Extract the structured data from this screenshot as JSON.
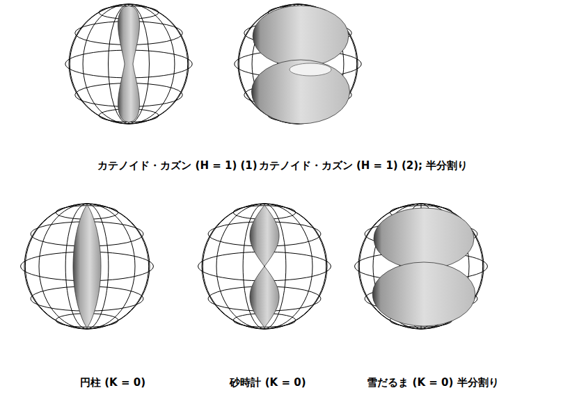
{
  "diagram": {
    "labels": [
      "カテノイド・カズン (H = 1) (1)",
      "カテノイド・カズン (H = 1) (2); 半分割り",
      "円柱 (K = 0)",
      "砂時計 (K = 0)",
      "雪だるま (K = 0) 半分割り"
    ]
  }
}
